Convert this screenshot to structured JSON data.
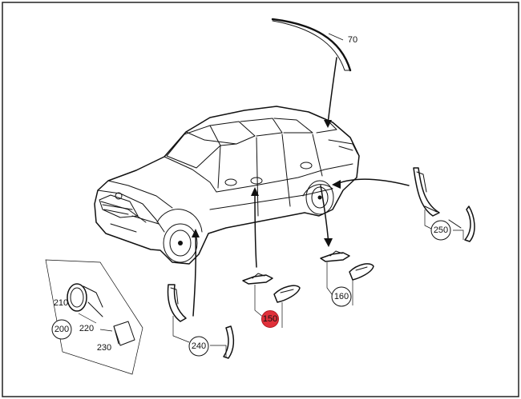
{
  "diagram": {
    "labels": {
      "l70": "70",
      "l150": "150",
      "l160": "160",
      "l200": "200",
      "l210": "210",
      "l220": "220",
      "l230": "230",
      "l240": "240",
      "l250": "250"
    },
    "highlighted_item": "150",
    "colors": {
      "highlight": "#e0303a",
      "line": "#111111",
      "frame": "#222222"
    }
  }
}
